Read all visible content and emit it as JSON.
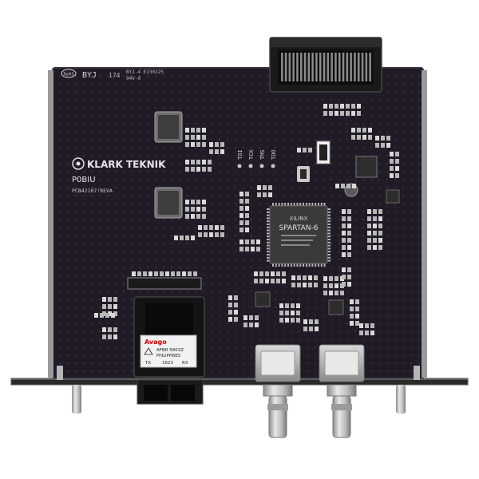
{
  "board": {
    "brand": "KLARK TEKNIK",
    "model": "P0BIU",
    "pcb_id": "PCB42107!REVA",
    "header_code": "BYJ",
    "header_code2": "174",
    "header_cert": "BYJ-4 E230225",
    "header_cert2": "94V-0",
    "rohs": "RoHS",
    "jtag_labels": [
      "TDI",
      "TCK",
      "TMS",
      "TDO"
    ]
  },
  "fpga": {
    "brand": "XILINX",
    "family": "SPARTAN-6"
  },
  "transceiver": {
    "brand": "Avago",
    "part": "AFBR 5803Z",
    "origin": "PHILIPPINES",
    "tx": "TX",
    "date_code": "1623",
    "rx": "RX"
  },
  "colors": {
    "pcb": "#211a27",
    "bracket": "#2a2a2a",
    "silver": "#c9c9c9"
  }
}
